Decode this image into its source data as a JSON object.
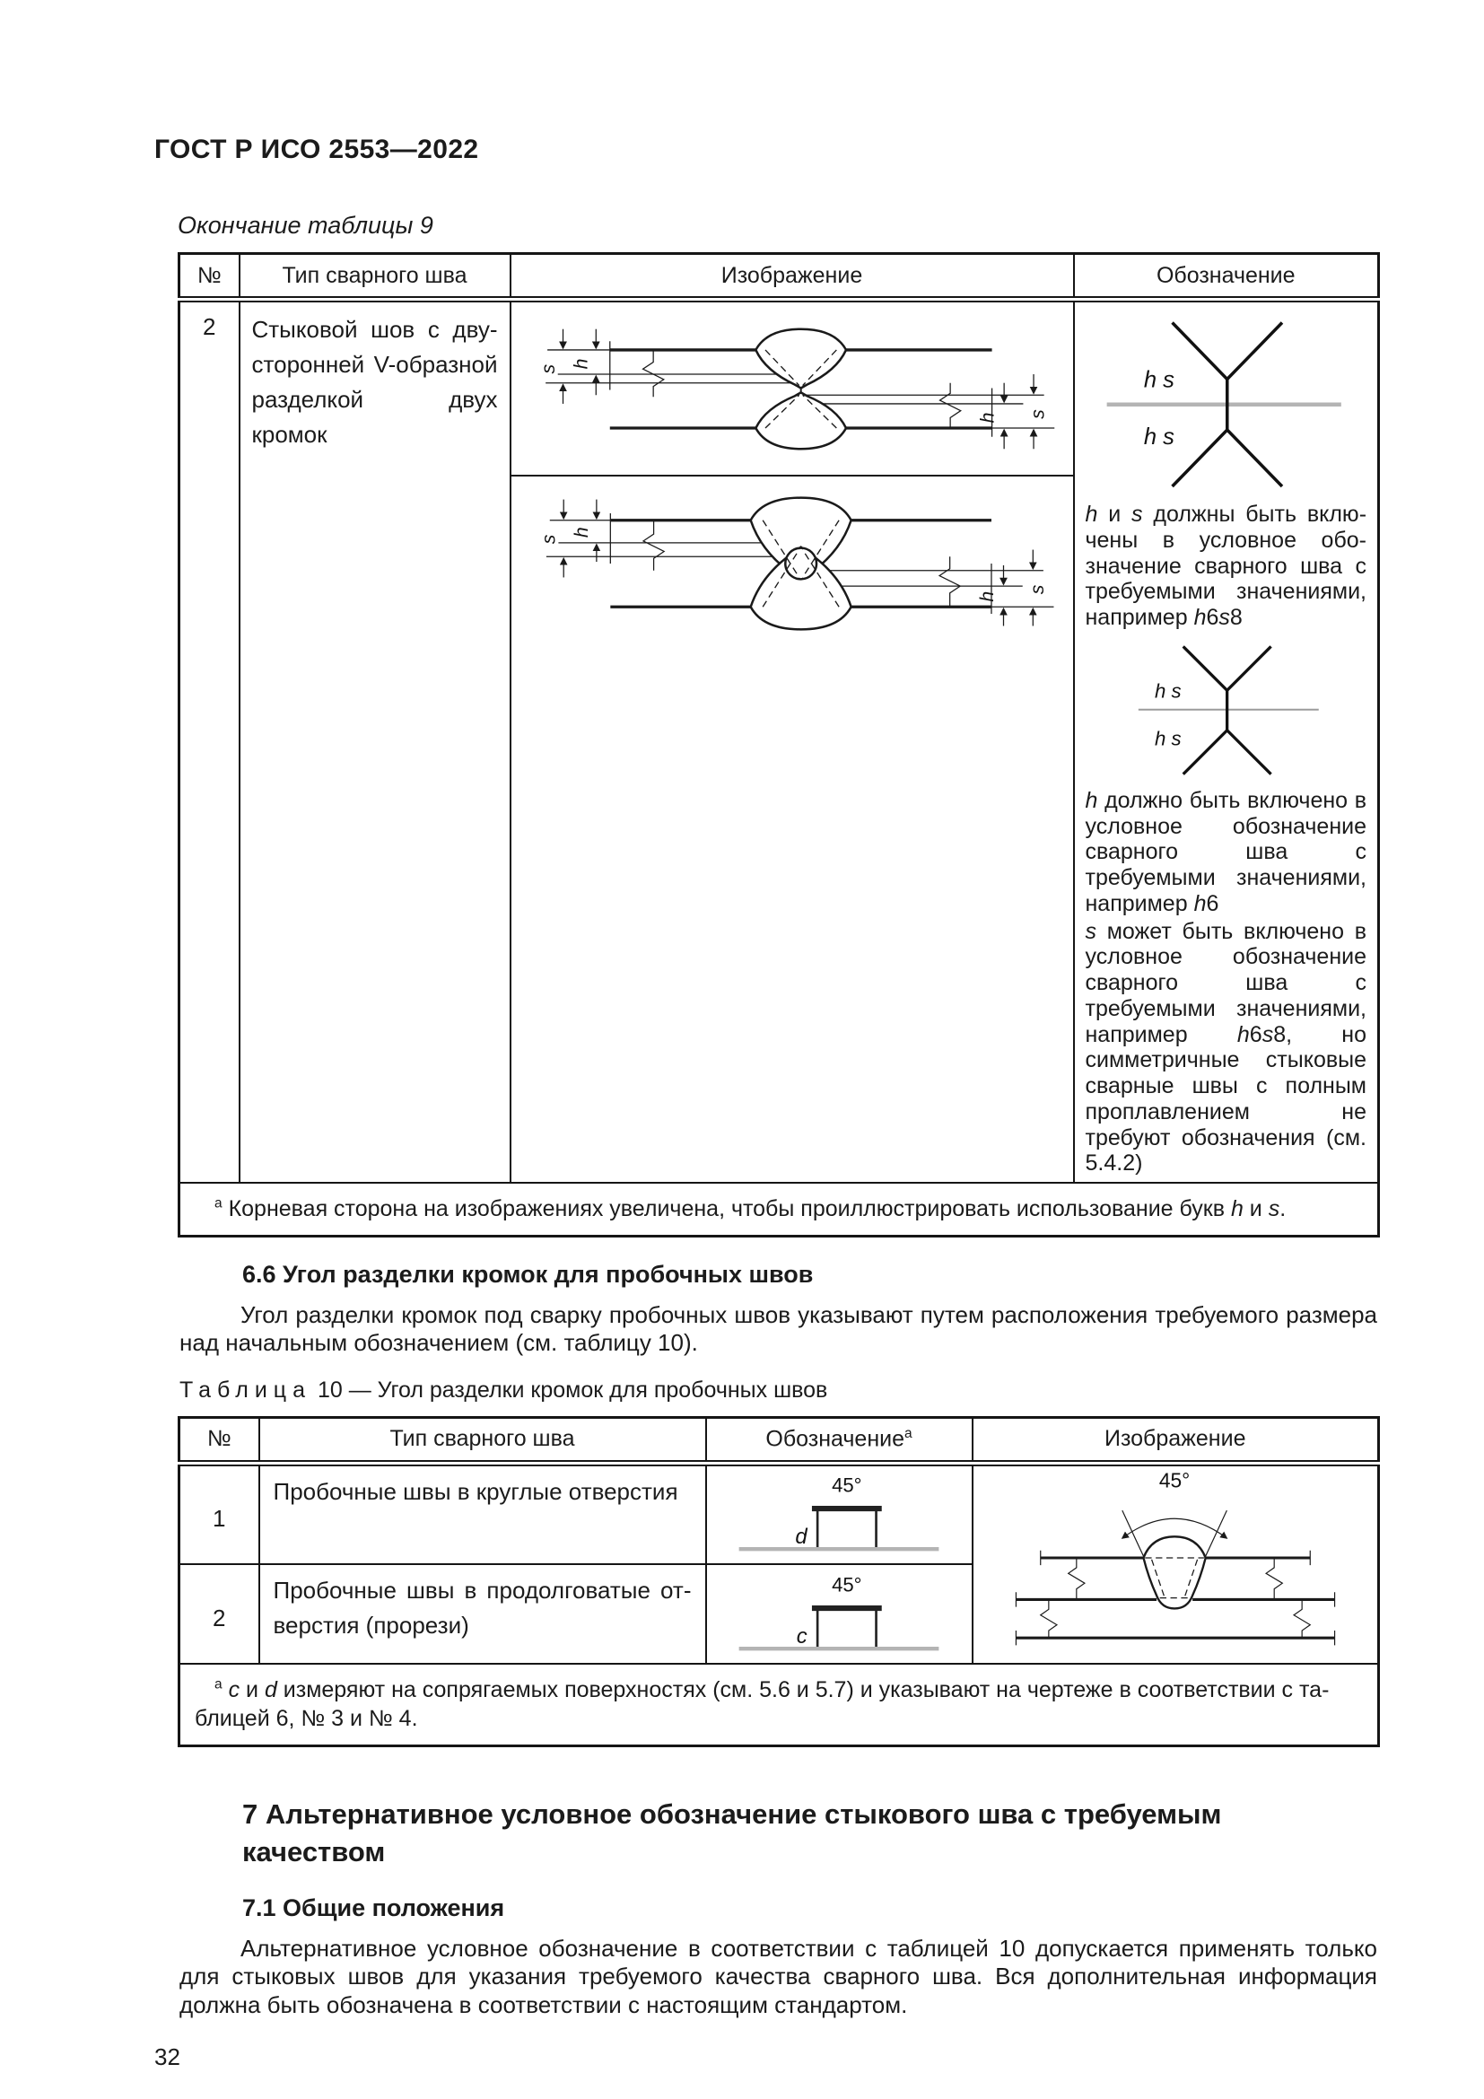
{
  "page": {
    "header": "ГОСТ Р ИСО 2553—2022",
    "number": "32"
  },
  "table9": {
    "continuation": "Окончание таблицы 9",
    "headers": {
      "num": "№",
      "type": "Тип сварного шва",
      "image": "Изображение",
      "designation": "Обозначение"
    },
    "row": {
      "num": "2",
      "type": "Стыковой шов с дву­сторонней V-образной разделкой двух кромок",
      "designation_text_1": "*h* и *s* должны быть вклю­чены в условное обо­значение сварного шва с требуемыми значениями, например *h*6*s*8",
      "designation_text_2a": "*h* должно быть включено в условное обозначение сварного шва с требуемыми значениями, например *h*6",
      "designation_text_2b": "*s* может быть включено в ус­ловное обозначение свар­ного шва с требуемыми зна­чениями, например *h*6*s*8, но симметричные стыковые сварные швы с полным про­плавлением не требуют обозначения (см. 5.4.2)"
    },
    "footnote_marker": "а",
    "footnote": "Корневая сторона на изображениях увеличена, чтобы проиллюстрировать использование букв *h* и *s*."
  },
  "section66": {
    "title": "6.6 Угол разделки кромок для пробочных швов",
    "paragraph": "Угол разделки кромок под сварку пробочных швов указывают путем расположения требуемого размера над начальным обозначением (см. таблицу 10)."
  },
  "table10": {
    "caption_label": "Таблица",
    "caption_text": "10 — Угол разделки кромок для пробочных швов",
    "headers": {
      "num": "№",
      "type": "Тип сварного шва",
      "designation": "Обозначение",
      "designation_note": "а",
      "image": "Изображение"
    },
    "rows": [
      {
        "num": "1",
        "type": "Пробочные швы в круглые отверстия"
      },
      {
        "num": "2",
        "type": "Пробочные швы в продолговатые от­верстия (прорези)"
      }
    ],
    "footnote_marker": "а",
    "footnote": "*c* и *d* измеряют на сопрягаемых поверхностях (см. 5.6 и 5.7) и указывают на чертеже в соответствии с та­блицей 6, № 3 и № 4."
  },
  "section7": {
    "title": "7 Альтернативное условное обозначение стыкового шва с требуемым качеством",
    "sub": "7.1 Общие положения",
    "paragraph": "Альтернативное условное обозначение в соответствии с таблицей 10 допускается применять только для стыковых швов для указания требуемого качества сварного шва. Вся дополнительная ин­формация должна быть обозначена в соответствии с настоящим стандартом."
  },
  "labels": {
    "h": "h",
    "s": "s",
    "hs": "h s",
    "d": "d",
    "c": "c",
    "deg45": "45°"
  }
}
